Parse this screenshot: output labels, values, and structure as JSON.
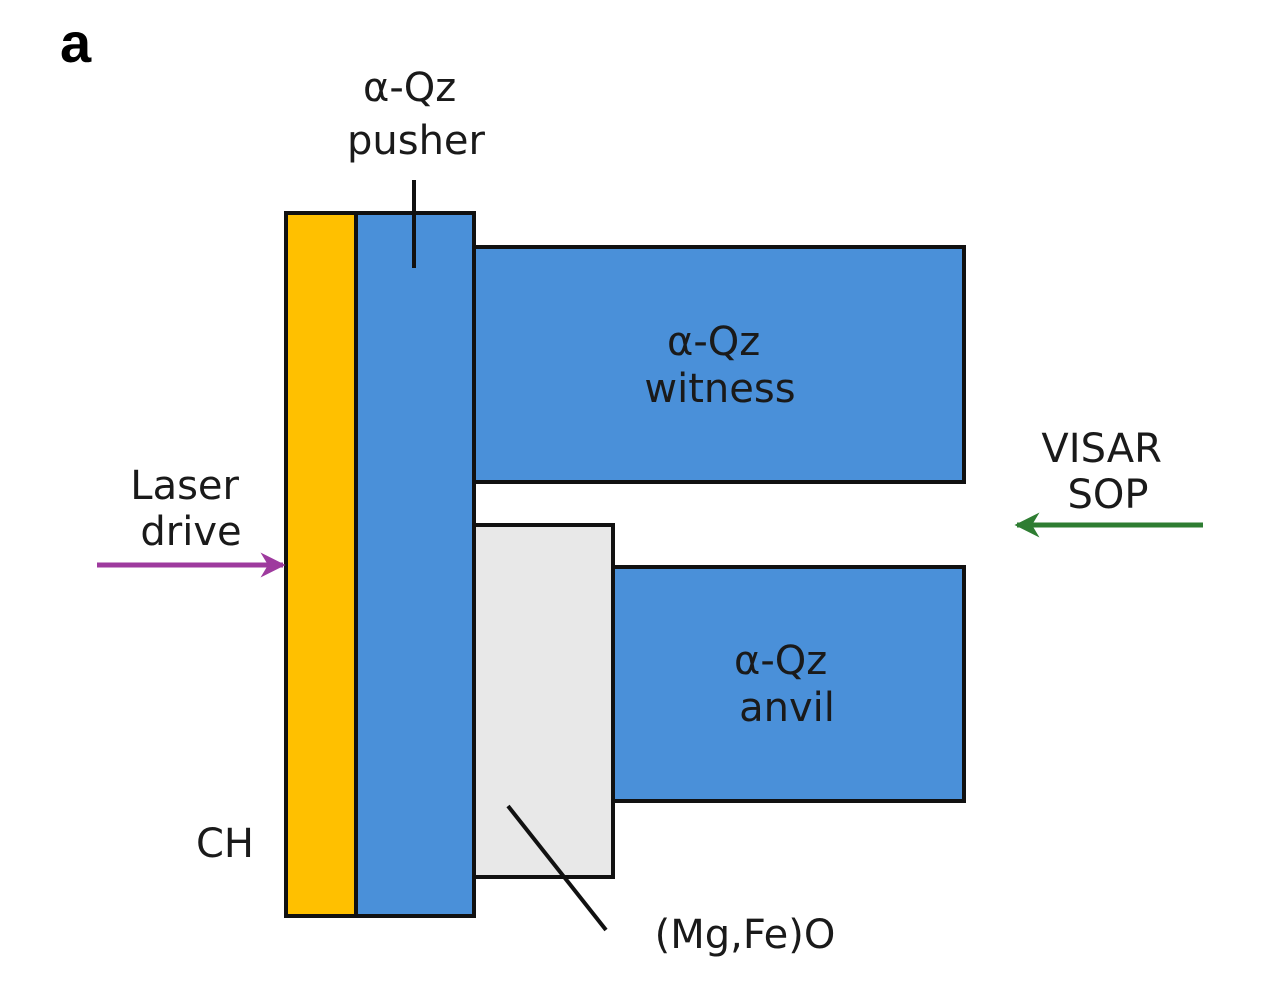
{
  "panel_label": "a",
  "labels": {
    "pusher": [
      "α-Qz",
      "pusher"
    ],
    "witness": [
      "α-Qz",
      "witness"
    ],
    "anvil": [
      "α-Qz",
      "anvil"
    ],
    "laser": [
      "Laser",
      "drive"
    ],
    "visar": [
      "VISAR",
      "SOP"
    ],
    "ch": "CH",
    "sample": "(Mg,Fe)O"
  },
  "colors": {
    "ch_layer": "#FFC000",
    "quartz": "#4A90D9",
    "sample": "#E8E8E8",
    "laser_arrow": "#9E3A9E",
    "visar_arrow": "#2E7D32",
    "outline": "#111111"
  }
}
